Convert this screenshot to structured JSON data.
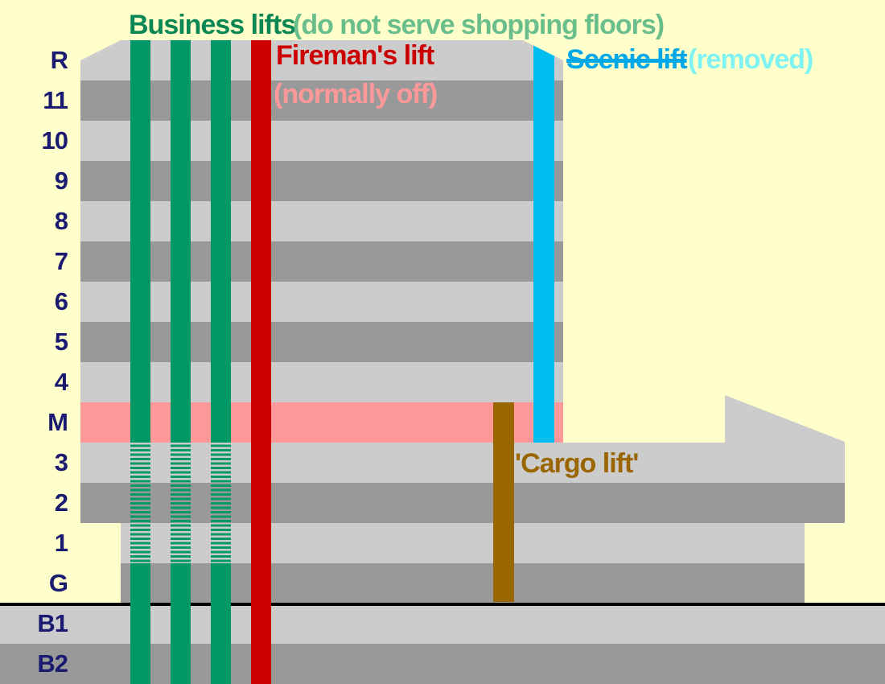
{
  "diagram": {
    "floors": [
      "R",
      "11",
      "10",
      "9",
      "8",
      "7",
      "6",
      "5",
      "4",
      "M",
      "3",
      "2",
      "1",
      "G",
      "B1",
      "B2"
    ],
    "lifts": {
      "business": {
        "label": "Business lifts",
        "note": "(do not serve shopping floors)",
        "shafts": 3,
        "color": "#009966",
        "label_color": "#0A8755",
        "note_color": "#69BE8C"
      },
      "fireman": {
        "label": "Fireman's lift",
        "note": "(normally off)",
        "color": "#CC0000",
        "note_color": "#FF9999"
      },
      "scenic": {
        "label": "Scenic lift",
        "note": "(removed)",
        "status": "strikethrough",
        "color": "#00BFF0",
        "note_color": "#7FF2F2"
      },
      "cargo": {
        "label": "'Cargo lift'",
        "color": "#996600"
      }
    },
    "colors": {
      "background": "#FFFFCC",
      "floor_light": "#CCCCCC",
      "floor_dark": "#999999",
      "mezzanine_stripe": "#FF9999",
      "floor_label": "#1A1A70",
      "ground_line": "#000000"
    }
  }
}
